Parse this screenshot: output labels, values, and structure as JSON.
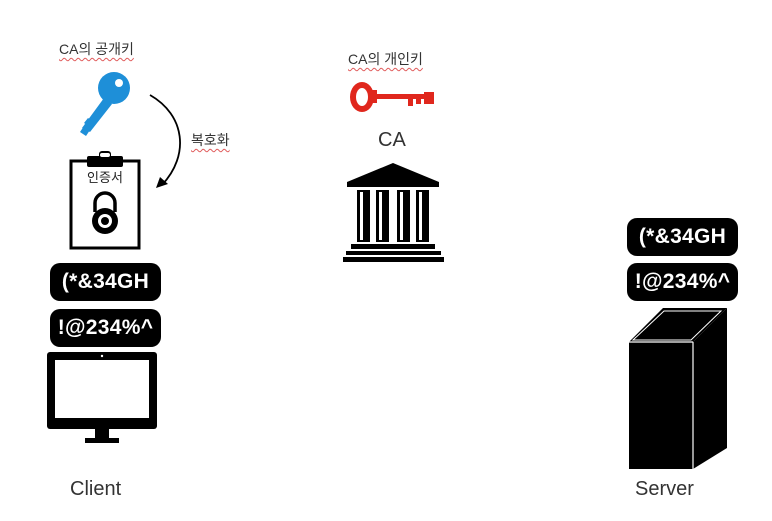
{
  "client": {
    "key_label": "CA의 공개키",
    "decrypt_label": "복호화",
    "certificate_label": "인증서",
    "cipher_line_1": "(*&34GH",
    "cipher_line_2": "!@234%^",
    "name": "Client"
  },
  "ca": {
    "key_label": "CA의 개인키",
    "name": "CA"
  },
  "server": {
    "cipher_line_1": "(*&34GH",
    "cipher_line_2": "!@234%^",
    "name": "Server"
  },
  "colors": {
    "public_key": "#1e8fd8",
    "private_key": "#e0271d",
    "black": "#000000"
  },
  "icons": {
    "public_key": "key-icon",
    "private_key": "skeleton-key-icon",
    "certificate": "clipboard-lock-icon",
    "ca": "bank-building-icon",
    "client": "monitor-icon",
    "server": "server-tower-icon"
  }
}
